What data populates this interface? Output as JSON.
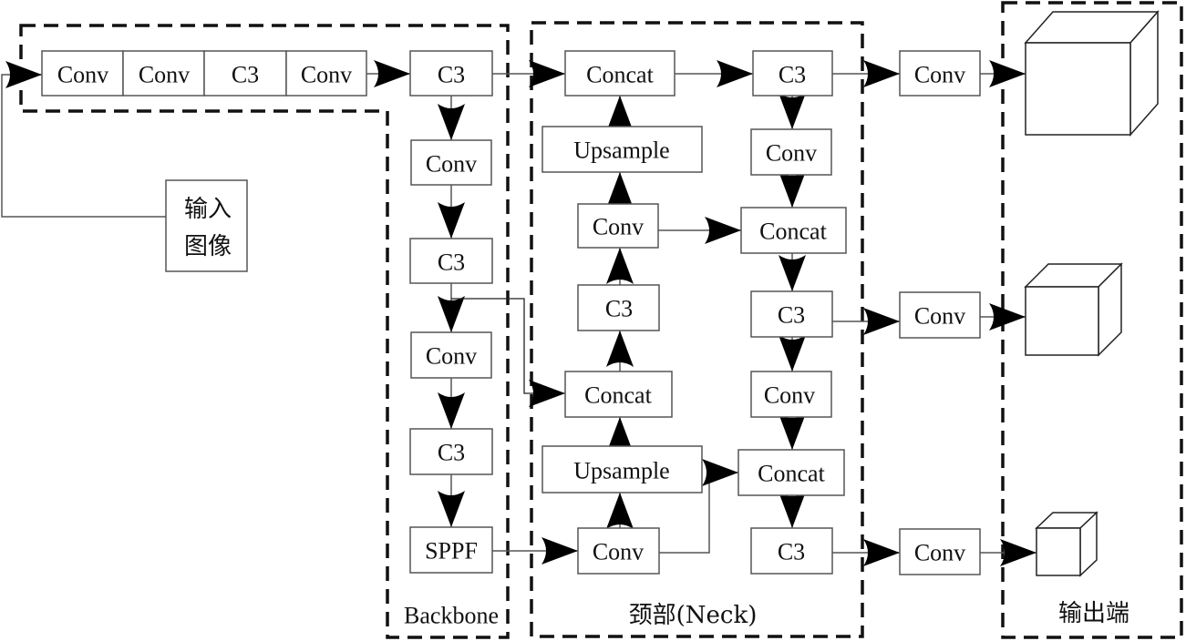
{
  "input": {
    "label_line1": "输入",
    "label_line2": "图像"
  },
  "stem": [
    "Conv",
    "Conv",
    "C3",
    "Conv"
  ],
  "backbone": {
    "title": "Backbone",
    "blocks": [
      "C3",
      "Conv",
      "C3",
      "Conv",
      "C3",
      "SPPF"
    ]
  },
  "neck": {
    "title": "颈部(Neck)",
    "left_column": [
      "Concat",
      "Upsample",
      "Conv",
      "C3",
      "Concat",
      "Upsample",
      "Conv"
    ],
    "right_column": [
      "C3",
      "Conv",
      "Concat",
      "C3",
      "Conv",
      "Concat",
      "C3"
    ]
  },
  "head": {
    "title": "输出端",
    "convs": [
      "Conv",
      "Conv",
      "Conv"
    ],
    "outputs": [
      "large-cube",
      "medium-cube",
      "small-cube"
    ]
  }
}
